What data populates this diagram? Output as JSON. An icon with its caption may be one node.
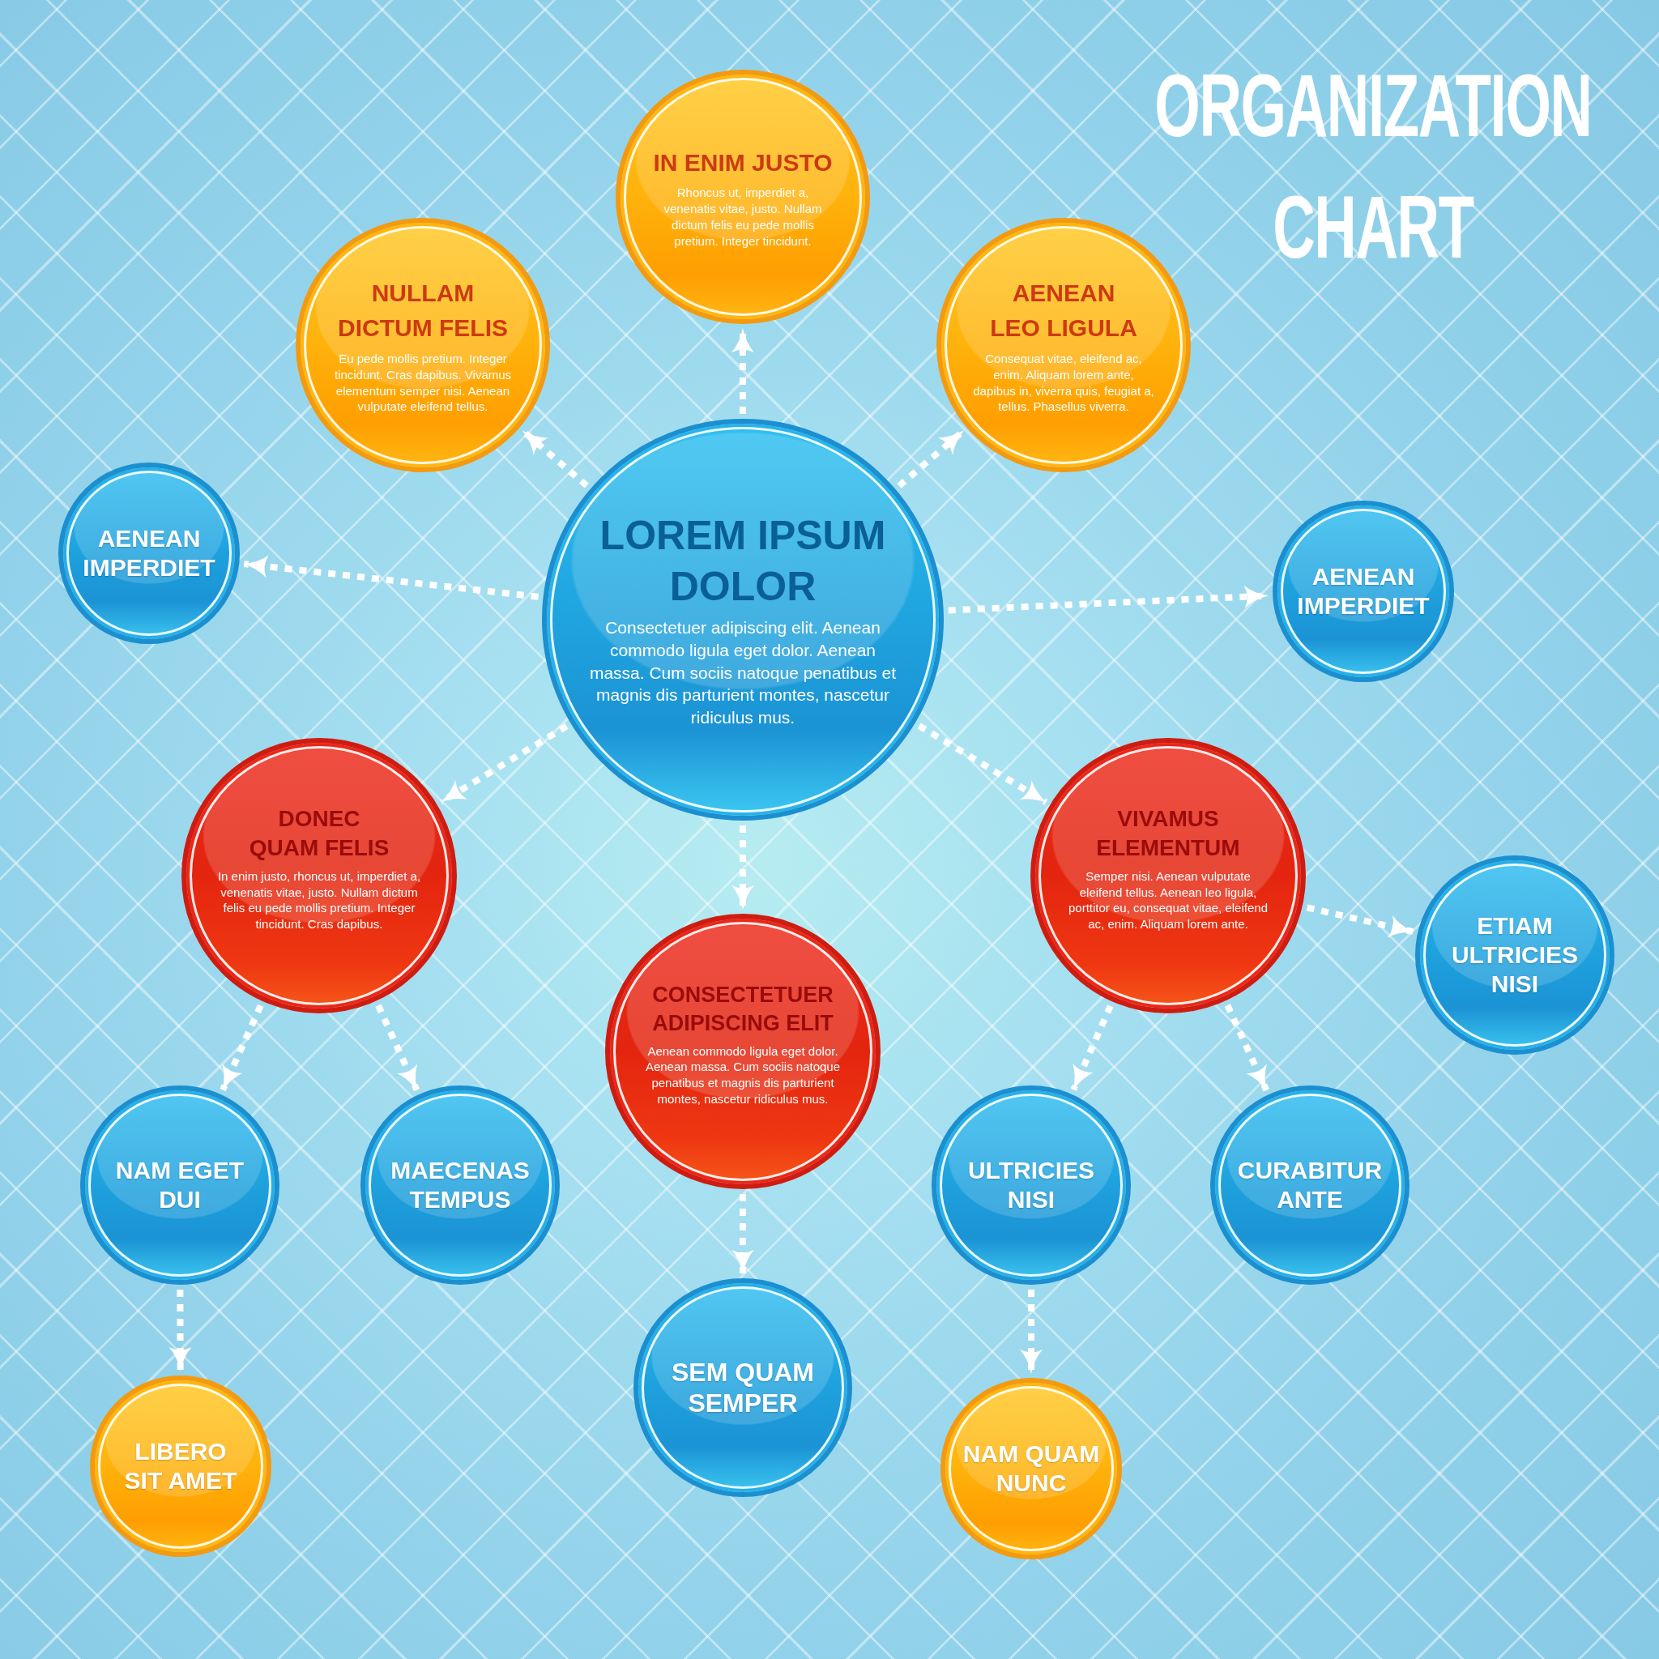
{
  "diagram": {
    "title": "ORGANIZATION CHART",
    "nodes": [
      {
        "text": [
          "LOREM IPSUM DOLOR",
          "Consectetuer adipiscing elit. Aenean commodo ligula eget dolor. Aenean massa. Cum sociis natoque penatibus et magnis dis parturient montes, nascetur ridiculus mus."
        ]
      },
      {
        "text": [
          "IN ENIM JUSTO",
          "Rhoncus ut, imperdiet a, venenatis vitae, justo. Nullam dictum felis eu pede mollis pretium. Integer tincidunt."
        ]
      },
      {
        "text": [
          "NULLAM DICTUM FELIS",
          "Eu pede mollis pretium. Integer tincidunt. Cras dapibus. Vivamus elementum semper nisi. Aenean vulputate eleifend tellus."
        ]
      },
      {
        "text": [
          "AENEAN LEO LIGULA",
          "Consequat vitae, eleifend ac, enim. Aliquam lorem ante, dapibus in, viverra quis, feugiat a, tellus. Phasellus viverra."
        ]
      },
      {
        "text": [
          "AENEAN IMPERDIET"
        ]
      },
      {
        "text": [
          "AENEAN IMPERDIET"
        ]
      },
      {
        "text": [
          "DONEC QUAM FELIS",
          "In enim justo, rhoncus ut, imperdiet a, venenatis vitae, justo. Nullam dictum felis eu pede mollis pretium. Integer tincidunt. Cras dapibus."
        ]
      },
      {
        "text": [
          "VIVAMUS ELEMENTUM",
          "Semper nisi. Aenean vulputate eleifend tellus. Aenean leo ligula, porttitor eu, consequat vitae, eleifend ac, enim. Aliquam lorem ante."
        ]
      },
      {
        "text": [
          "CONSECTETUER ADIPISCING ELIT",
          "Aenean commodo ligula eget dolor. Aenean massa. Cum sociis natoque penatibus et magnis dis parturient montes, nascetur ridiculus mus."
        ]
      },
      {
        "text": [
          "ETIAM ULTRICIES NISI"
        ]
      },
      {
        "text": [
          "NAM EGET DUI"
        ]
      },
      {
        "text": [
          "MAECENAS TEMPUS"
        ]
      },
      {
        "text": [
          "ULTRICIES NISI"
        ]
      },
      {
        "text": [
          "CURABITUR ANTE"
        ]
      },
      {
        "text": [
          "SEM QUAM SEMPER"
        ]
      },
      {
        "text": [
          "LIBERO SIT AMET"
        ]
      },
      {
        "text": [
          "NAM QUAM NUNC"
        ]
      }
    ],
    "edges": [
      {
        "from": 0,
        "to": 1,
        "arrow": "to"
      },
      {
        "from": 0,
        "to": 2,
        "arrow": "to"
      },
      {
        "from": 0,
        "to": 3,
        "arrow": "to"
      },
      {
        "from": 0,
        "to": 4,
        "arrow": "to"
      },
      {
        "from": 0,
        "to": 5,
        "arrow": "to"
      },
      {
        "from": 0,
        "to": 6,
        "arrow": "to"
      },
      {
        "from": 0,
        "to": 7,
        "arrow": "to"
      },
      {
        "from": 0,
        "to": 8,
        "arrow": "to"
      },
      {
        "from": 6,
        "to": 10,
        "arrow": "to"
      },
      {
        "from": 6,
        "to": 11,
        "arrow": "to"
      },
      {
        "from": 7,
        "to": 12,
        "arrow": "to"
      },
      {
        "from": 7,
        "to": 13,
        "arrow": "to"
      },
      {
        "from": 7,
        "to": 9,
        "arrow": "to"
      },
      {
        "from": 8,
        "to": 14,
        "arrow": "to"
      },
      {
        "from": 10,
        "to": 15,
        "arrow": "to"
      },
      {
        "from": 12,
        "to": 16,
        "arrow": "to"
      }
    ]
  }
}
